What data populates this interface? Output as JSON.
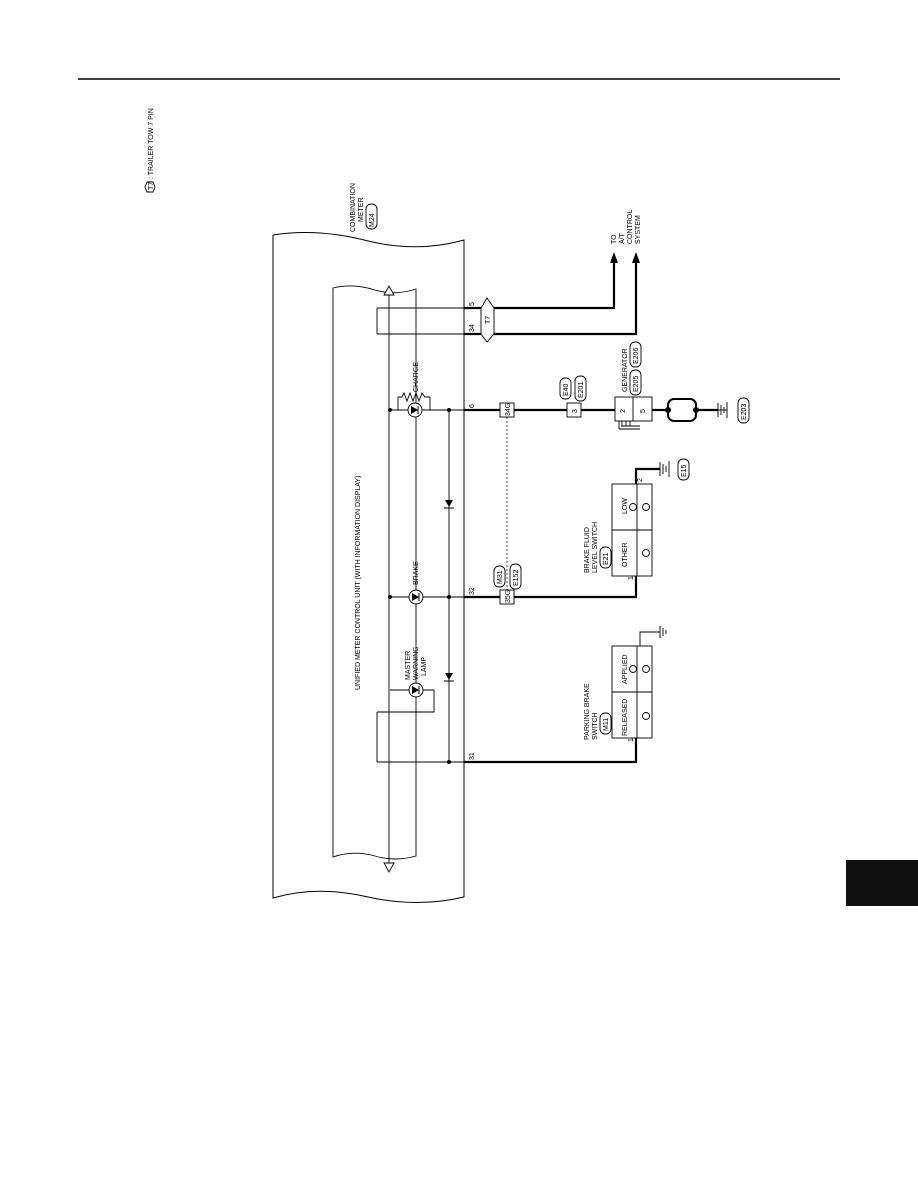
{
  "legend": {
    "code": "T7",
    "text": ": TRAILER TOW 7 PIN"
  },
  "combination_meter": {
    "label1": "COMBINATION",
    "label2": "METER",
    "connector": "M24"
  },
  "control_unit": {
    "label": "UNIFIED METER CONTROL UNIT (WITH INFORMATION DISPLAY)"
  },
  "pins": {
    "p5": "5",
    "p34": "34",
    "p6": "6",
    "p32": "32",
    "p31": "31"
  },
  "trailer_connector": {
    "code": "T7"
  },
  "at_control": {
    "l1": "TO",
    "l2": "A/T",
    "l3": "CONTROL",
    "l4": "SYSTEM"
  },
  "lamps": {
    "charge": "CHARGE",
    "brake": "BRAKE",
    "master_1": "MASTER",
    "master_2": "WARNING",
    "master_3": "LAMP"
  },
  "joint_connectors": {
    "top": "34G",
    "bottom": "35G",
    "conn_a": "M31",
    "conn_b": "E152"
  },
  "e40_connector": {
    "code_a": "E40",
    "code_b": "E201",
    "pin": "3"
  },
  "generator": {
    "label": "GENERATOR",
    "conn_a": "E205",
    "sep": ",",
    "conn_b": "E206",
    "pin_2": "2",
    "pin_5": "5"
  },
  "ground_e203": "E203",
  "ground_e15": "E15",
  "brake_fluid_switch": {
    "l1": "BRAKE FLUID",
    "l2": "LEVEL SWITCH",
    "connector": "E21",
    "state_other": "OTHER",
    "state_low": "LOW",
    "pin_1": "1",
    "pin_2": "2"
  },
  "parking_brake_switch": {
    "l1": "PARKING BRAKE",
    "l2": "SWITCH",
    "connector": "M11",
    "state_released": "RELEASED",
    "state_applied": "APPLIED",
    "pin_1": "1"
  },
  "colors": {
    "ink": "#000000",
    "tab": "#111111"
  }
}
